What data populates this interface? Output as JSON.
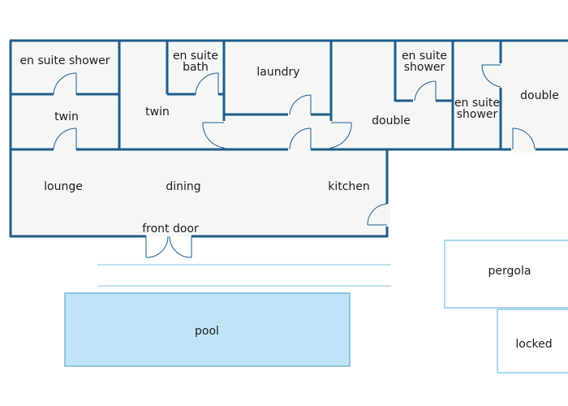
{
  "rooms": {
    "ensuite_shower_1": "en suite shower",
    "twin_1": "twin",
    "twin_2": "twin",
    "ensuite_bath": [
      "en suite",
      "bath"
    ],
    "laundry": "laundry",
    "ensuite_shower_2": [
      "en suite",
      "shower"
    ],
    "double_1": "double",
    "ensuite_shower_3": [
      "en suite",
      "shower"
    ],
    "double_2": "double",
    "lounge": "lounge",
    "dining": "dining",
    "kitchen": "kitchen"
  },
  "front_door": "front door",
  "outdoor": {
    "pool": "pool",
    "pergola": "pergola",
    "locked": "locked"
  },
  "colors": {
    "wall": "#1f5c8a",
    "floor": "#f5f6f6",
    "pool": "#bfe4f7",
    "outline_light": "#a9d7ee"
  }
}
